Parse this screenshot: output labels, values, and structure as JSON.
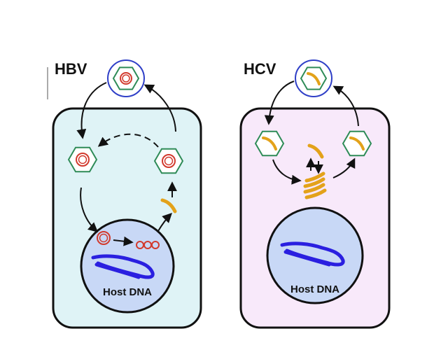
{
  "panels": {
    "hbv": {
      "title": "HBV",
      "host_label": "Host DNA"
    },
    "hcv": {
      "title": "HCV",
      "host_label": "Host DNA"
    }
  },
  "colors": {
    "hbv_cell_fill": "#dff3f6",
    "hcv_cell_fill": "#f8e9fa",
    "nucleus_fill": "#c8d8f6",
    "hexagon_stroke": "#2e8b57",
    "virion_circle_stroke": "#2f3fc7",
    "viral_dna_red": "#d23a2e",
    "viral_rna_orange": "#e3a21a",
    "host_dna_blue": "#2a1fe0",
    "outline": "#111111"
  },
  "icons": {
    "cccdna": "circular-dna-icon",
    "rna": "rna-strand-icon",
    "capsid": "hexagon-capsid-icon"
  }
}
